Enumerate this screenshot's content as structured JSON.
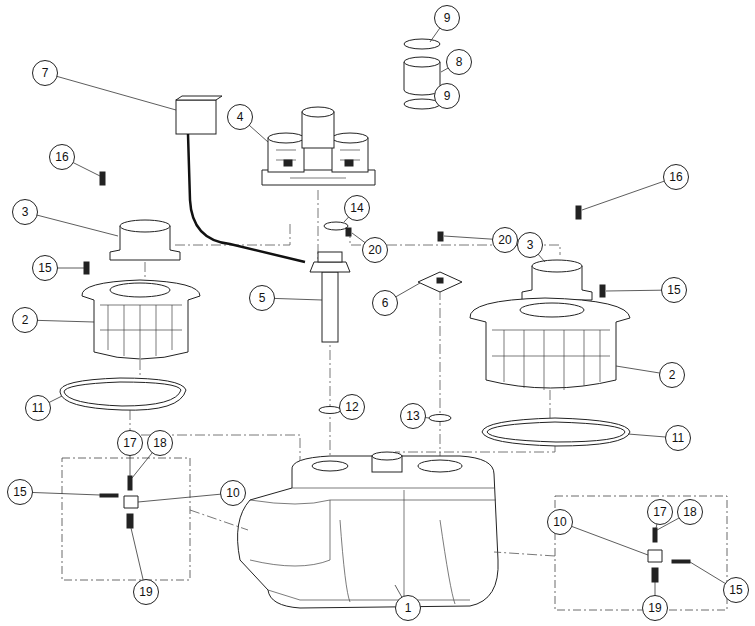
{
  "diagram": {
    "nodes": [
      {
        "text": [
          "9"
        ]
      },
      {
        "text": [
          "8"
        ]
      },
      {
        "text": [
          "7"
        ]
      },
      {
        "text": [
          "9"
        ]
      },
      {
        "text": [
          "4"
        ]
      },
      {
        "text": [
          "16"
        ]
      },
      {
        "text": [
          "16"
        ]
      },
      {
        "text": [
          "14"
        ]
      },
      {
        "text": [
          "3"
        ]
      },
      {
        "text": [
          "20"
        ]
      },
      {
        "text": [
          "3"
        ]
      },
      {
        "text": [
          "20"
        ]
      },
      {
        "text": [
          "15"
        ]
      },
      {
        "text": [
          "15"
        ]
      },
      {
        "text": [
          "5"
        ]
      },
      {
        "text": [
          "6"
        ]
      },
      {
        "text": [
          "2"
        ]
      },
      {
        "text": [
          "2"
        ]
      },
      {
        "text": [
          "11"
        ]
      },
      {
        "text": [
          "12"
        ]
      },
      {
        "text": [
          "13"
        ]
      },
      {
        "text": [
          "11"
        ]
      },
      {
        "text": [
          "17"
        ]
      },
      {
        "text": [
          "18"
        ]
      },
      {
        "text": [
          "15"
        ]
      },
      {
        "text": [
          "10"
        ]
      },
      {
        "text": [
          "17"
        ]
      },
      {
        "text": [
          "18"
        ]
      },
      {
        "text": [
          "10"
        ]
      },
      {
        "text": [
          "15"
        ]
      },
      {
        "text": [
          "19"
        ]
      },
      {
        "text": [
          "1"
        ]
      },
      {
        "text": [
          "19"
        ]
      }
    ]
  }
}
